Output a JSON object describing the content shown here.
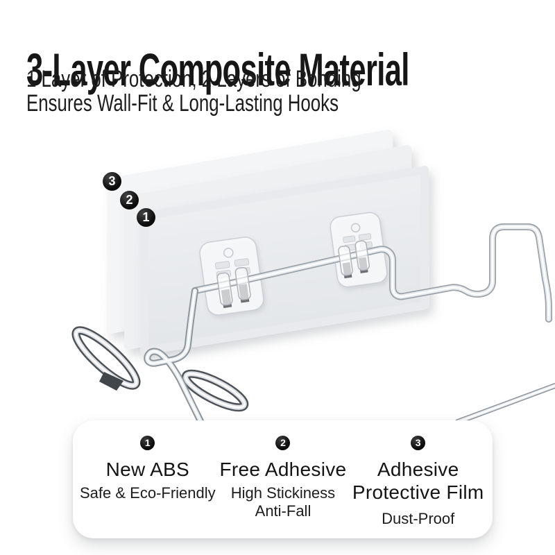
{
  "header": {
    "title": "3-Layer Composite Material",
    "subtitle_line1": "1 Layer of Protection, 2 Layers of Bonding",
    "subtitle_line2": "Ensures Wall-Fit & Long-Lasting Hooks"
  },
  "layer_callouts": [
    {
      "num": "3"
    },
    {
      "num": "2"
    },
    {
      "num": "1"
    }
  ],
  "features": [
    {
      "num": "1",
      "title": "New ABS",
      "subtitle_line1": "Safe & Eco-Friendly"
    },
    {
      "num": "2",
      "title": "Free Adhesive",
      "subtitle_line1": "High Stickiness",
      "subtitle_line2": "Anti-Fall"
    },
    {
      "num": "3",
      "title": "Adhesive",
      "title_line2": "Protective Film",
      "subtitle_line1": "Dust-Proof"
    }
  ],
  "colors": {
    "background": "#ffffff",
    "badge": "#0b0b0b",
    "text": "#1a1a1a",
    "sheet_front": "#e8eaed",
    "sheet_middle": "#eef0f2",
    "sheet_back": "#f4f5f7",
    "chrome": "#9aa1a8",
    "panel_bg": "#ffffff"
  }
}
